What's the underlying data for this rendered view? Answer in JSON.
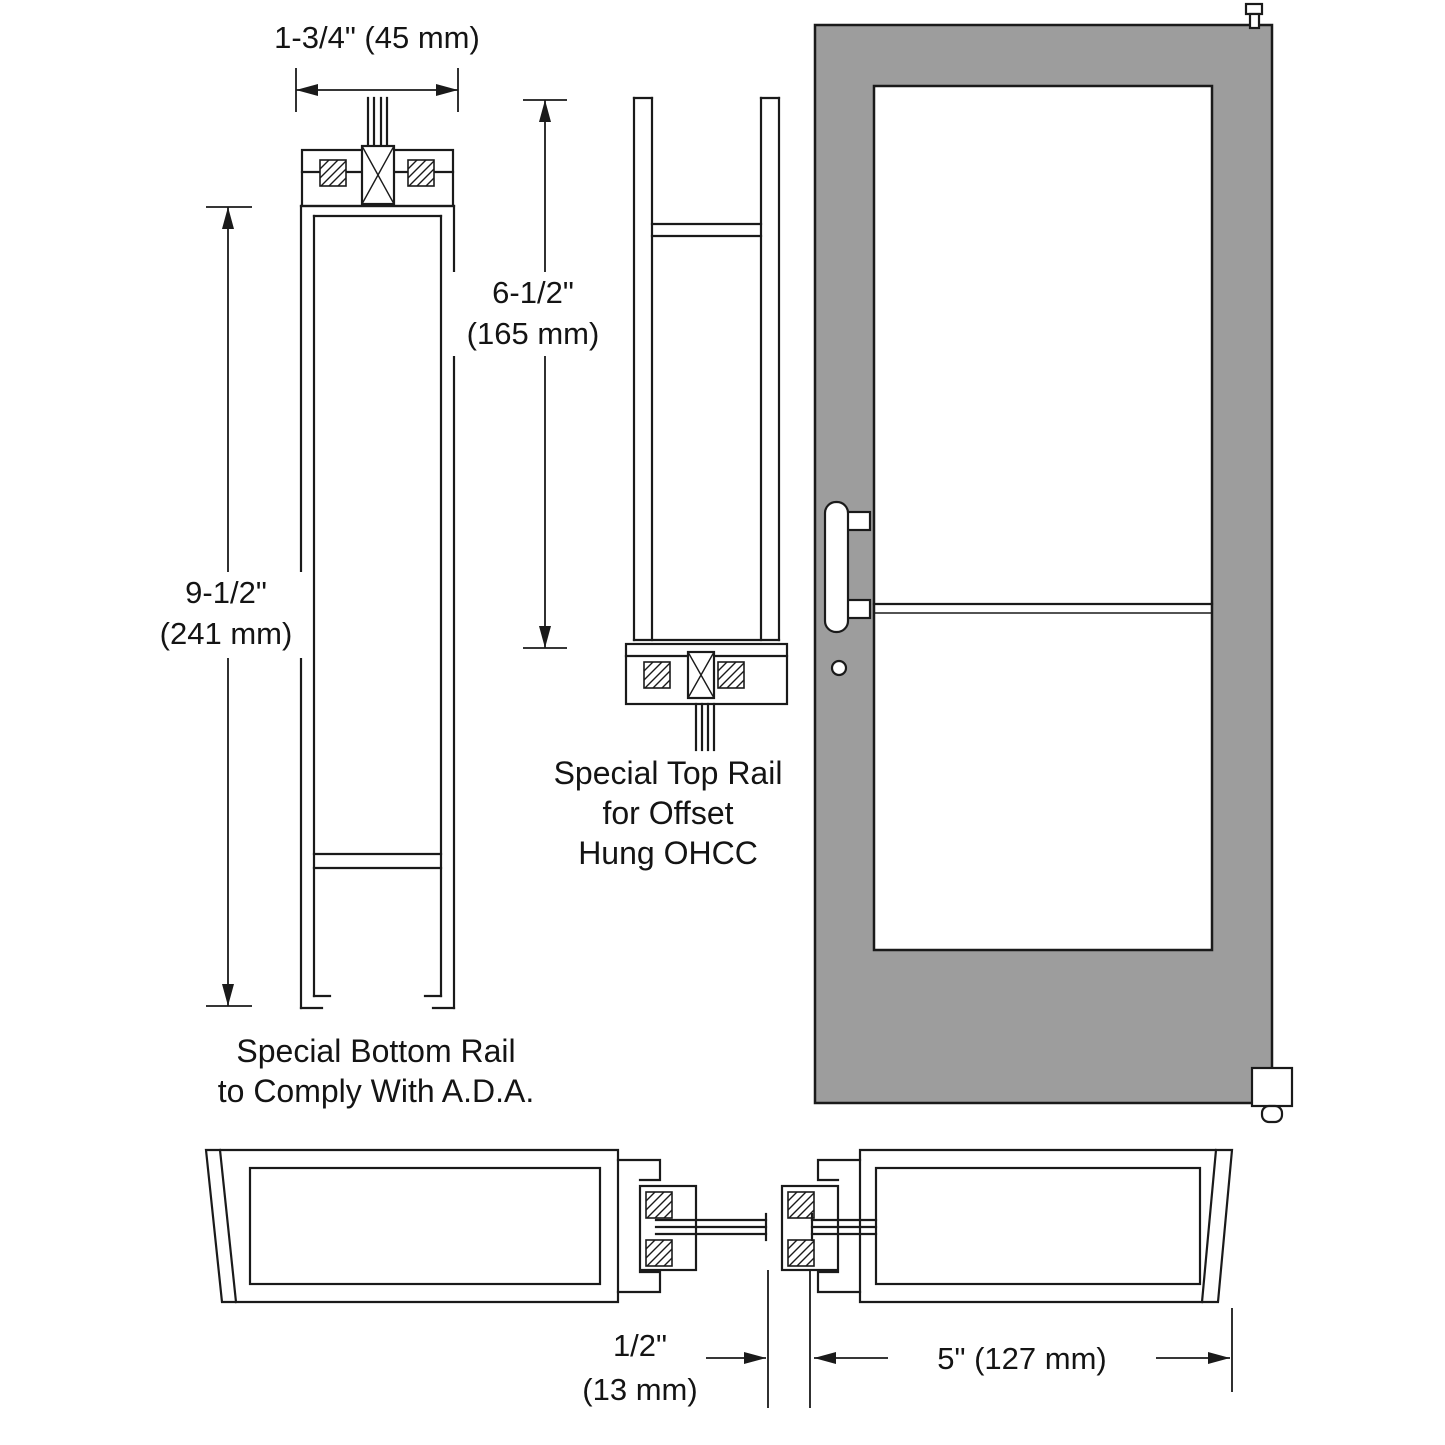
{
  "colors": {
    "door_fill": "#9d9d9d",
    "line": "#1a1a1a"
  },
  "dimensions": {
    "rail_width": "1-3/4\" (45 mm)",
    "top_rail_height": "6-1/2\"",
    "top_rail_height_mm": "(165 mm)",
    "bottom_rail_height": "9-1/2\"",
    "bottom_rail_height_mm": "(241 mm)",
    "gap_width": "1/2\"",
    "gap_width_mm": "(13 mm)",
    "stile_width": "5\" (127 mm)"
  },
  "labels": {
    "top_rail_line1": "Special Top Rail",
    "top_rail_line2": "for Offset",
    "top_rail_line3": "Hung OHCC",
    "bottom_rail_line1": "Special Bottom Rail",
    "bottom_rail_line2": "to Comply With A.D.A."
  }
}
